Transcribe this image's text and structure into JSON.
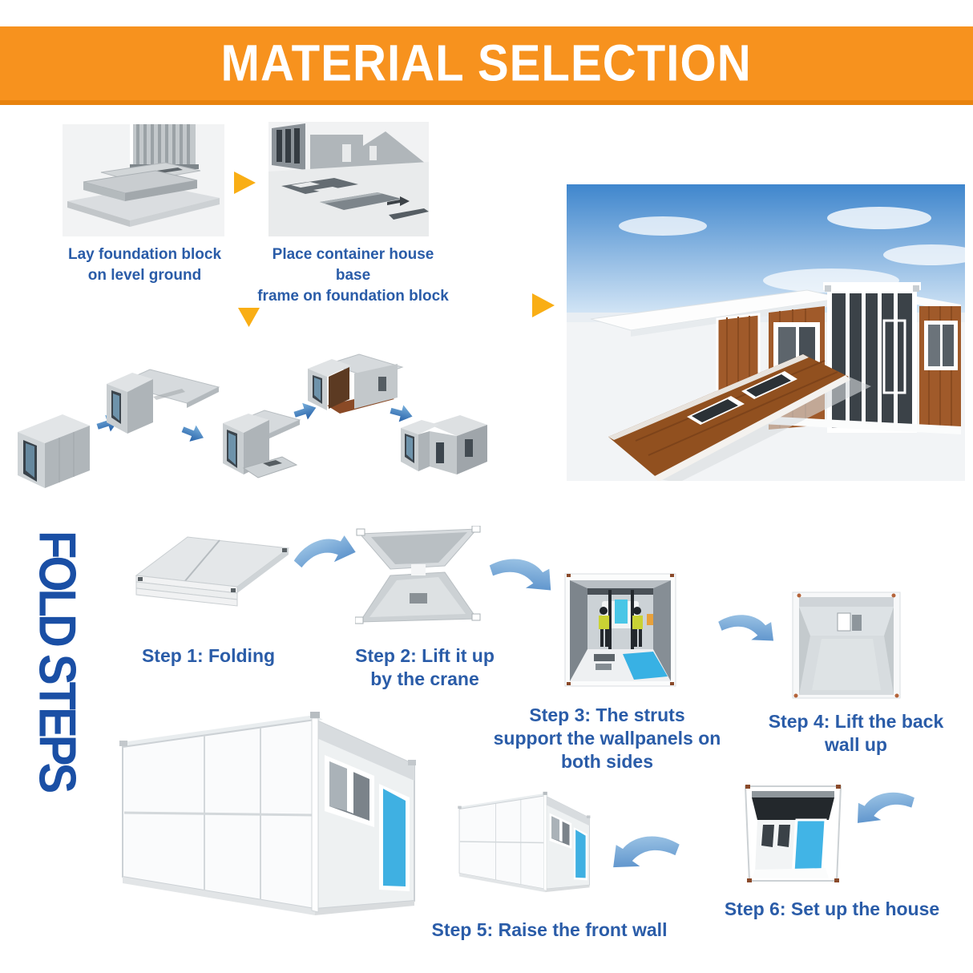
{
  "banner": {
    "title": "MATERIAL SELECTION",
    "bg_color": "#F7921E",
    "text_color": "#FFFFFF"
  },
  "prep": {
    "items": [
      {
        "caption_lines": [
          "Lay foundation block",
          "on level ground"
        ]
      },
      {
        "caption_lines": [
          "Place container house base",
          "frame on foundation block"
        ]
      }
    ]
  },
  "fold_section": {
    "label": "FOLD STEPS",
    "steps": [
      {
        "caption_lines": [
          "Step 1: Folding"
        ]
      },
      {
        "caption_lines": [
          "Step 2: Lift it up",
          "by the crane"
        ]
      },
      {
        "caption_lines": [
          "Step 3: The struts",
          "support the wallpanels on",
          "both sides"
        ]
      },
      {
        "caption_lines": [
          "Step 4: Lift the back",
          "wall up"
        ]
      },
      {
        "caption_lines": [
          "Step 5: Raise the front wall"
        ]
      },
      {
        "caption_lines": [
          "Step 6: Set up the house"
        ]
      }
    ]
  },
  "colors": {
    "caption_blue": "#2A5CA8",
    "fold_label_blue": "#1A4FA5",
    "arrow_orange": "#F9AE15",
    "arrow_blue": "#2F6FB5",
    "sky_blue": "#4A8ED2",
    "door_blue": "#3FB0E2",
    "wood_brown": "#9A5526"
  }
}
